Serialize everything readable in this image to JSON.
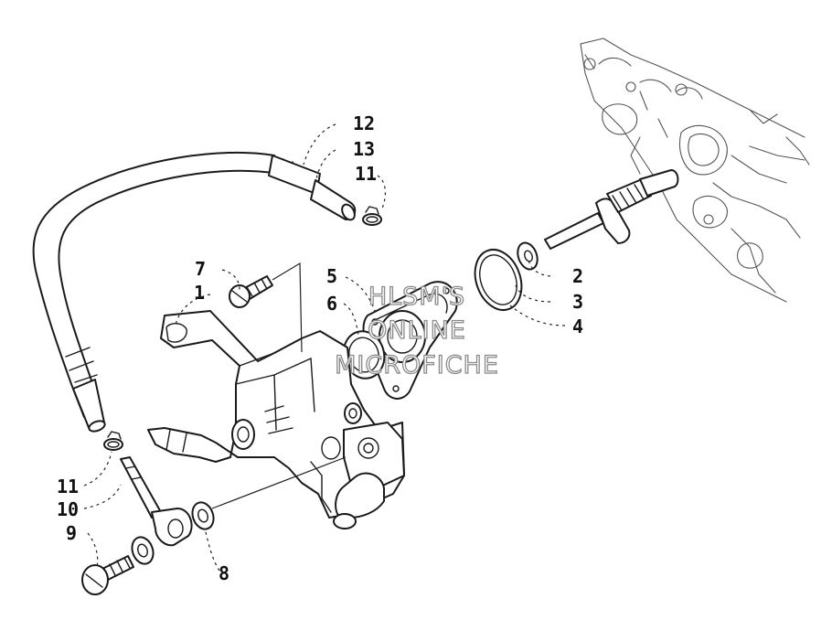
{
  "callouts": {
    "c1": "1",
    "c2": "2",
    "c3": "3",
    "c4": "4",
    "c5": "5",
    "c6": "6",
    "c7": "7",
    "c8": "8",
    "c9": "9",
    "c10": "10",
    "c11_top": "11",
    "c11_bottom": "11",
    "c12": "12",
    "c13": "13"
  },
  "watermark": {
    "line1": "HLSM'S",
    "line2": "ONLINE",
    "line3": "MICROFICHE"
  }
}
